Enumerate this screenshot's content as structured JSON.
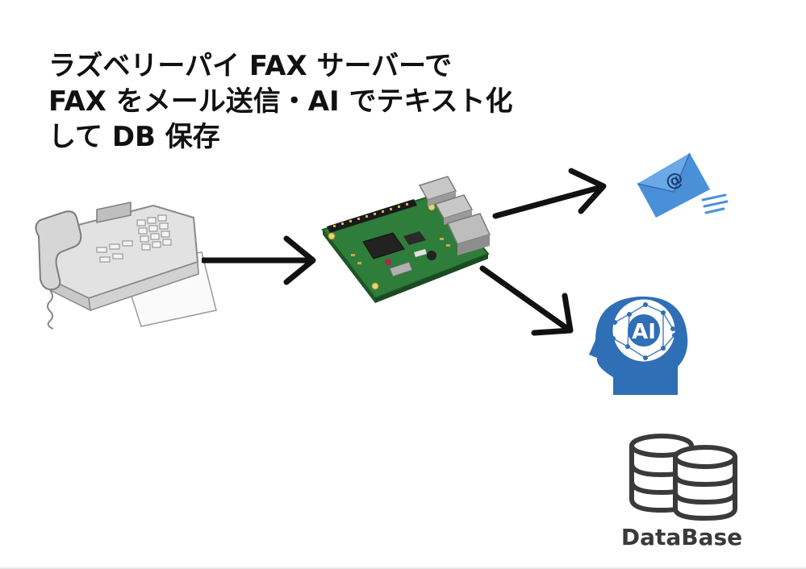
{
  "title": {
    "lines": [
      "ラズベリーパイ FAX サーバーで",
      "FAX をメール送信・AI でテキスト化",
      "して DB 保存"
    ]
  },
  "nodes": {
    "fax": {
      "icon": "fax-machine-icon"
    },
    "raspberry_pi": {
      "icon": "raspberry-pi-board-icon"
    },
    "email": {
      "icon": "email-envelope-icon",
      "symbol": "@"
    },
    "ai": {
      "icon": "ai-brain-head-icon",
      "label": "AI"
    },
    "database": {
      "icon": "database-icon",
      "label": "DataBase"
    }
  },
  "colors": {
    "arrow": "#111111",
    "email_blue": "#4a90d9",
    "ai_blue": "#2f6fb5",
    "board_green": "#2e7d3a",
    "db_stroke": "#3a3a3a"
  }
}
